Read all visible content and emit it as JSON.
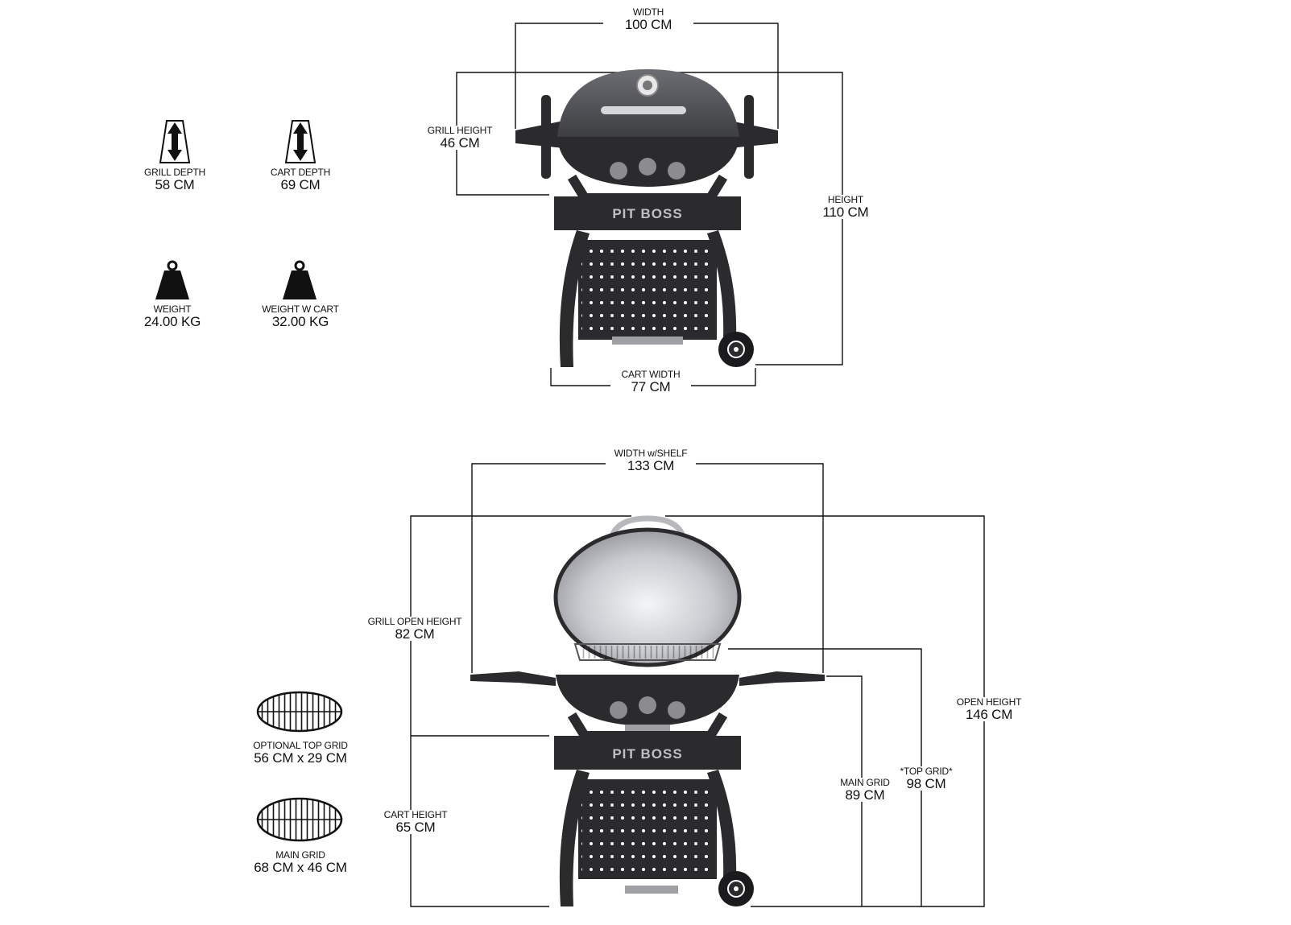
{
  "brand": "PIT BOSS",
  "colors": {
    "line": "#111111",
    "grill_body": "#2b2b2e",
    "lid_dark": "#55565b",
    "lid_open": "#d2d4d8",
    "accent": "#8c8c90"
  },
  "top_view": {
    "width": {
      "label": "WIDTH",
      "value": "100 CM"
    },
    "grill_height": {
      "label": "GRILL HEIGHT",
      "value": "46 CM"
    },
    "height": {
      "label": "HEIGHT",
      "value": "110 CM"
    },
    "cart_width": {
      "label": "CART WIDTH",
      "value": "77 CM"
    }
  },
  "specs": {
    "grill_depth": {
      "label": "GRILL DEPTH",
      "value": "58 CM",
      "icon": "depth-arrow-icon"
    },
    "cart_depth": {
      "label": "CART DEPTH",
      "value": "69 CM",
      "icon": "depth-arrow-icon"
    },
    "weight": {
      "label": "WEIGHT",
      "value": "24.00 KG",
      "icon": "weight-icon"
    },
    "weight_cart": {
      "label": "WEIGHT W CART",
      "value": "32.00 KG",
      "icon": "weight-icon"
    }
  },
  "bottom_view": {
    "width_shelf": {
      "label": "WIDTH w/SHELF",
      "value": "133 CM"
    },
    "grill_open_height": {
      "label": "GRILL OPEN HEIGHT",
      "value": "82 CM"
    },
    "open_height": {
      "label": "OPEN HEIGHT",
      "value": "146 CM"
    },
    "top_grid": {
      "label": "*TOP GRID*",
      "value": "98 CM"
    },
    "main_grid": {
      "label": "MAIN GRID",
      "value": "89 CM"
    },
    "cart_height": {
      "label": "CART HEIGHT",
      "value": "65 CM"
    }
  },
  "grids": {
    "optional_top": {
      "label": "OPTIONAL TOP GRID",
      "value": "56 CM x 29 CM",
      "icon": "grill-grate-icon"
    },
    "main": {
      "label": "MAIN GRID",
      "value": "68 CM x 46 CM",
      "icon": "grill-grate-icon"
    }
  }
}
